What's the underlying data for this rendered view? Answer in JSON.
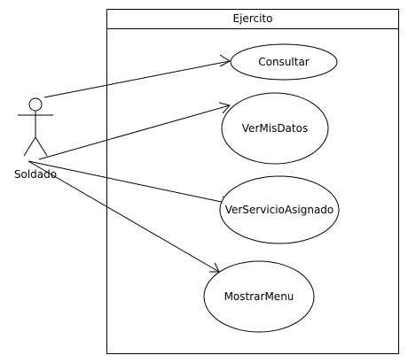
{
  "system": {
    "title": "Ejercito"
  },
  "actor": {
    "name": "Soldado"
  },
  "use_cases": [
    {
      "label": "Consultar"
    },
    {
      "label": "VerMisDatos"
    },
    {
      "label": "VerServicioAsignado"
    },
    {
      "label": "MostrarMenu"
    }
  ],
  "colors": {
    "stroke": "#000000",
    "fill": "#ffffff"
  }
}
